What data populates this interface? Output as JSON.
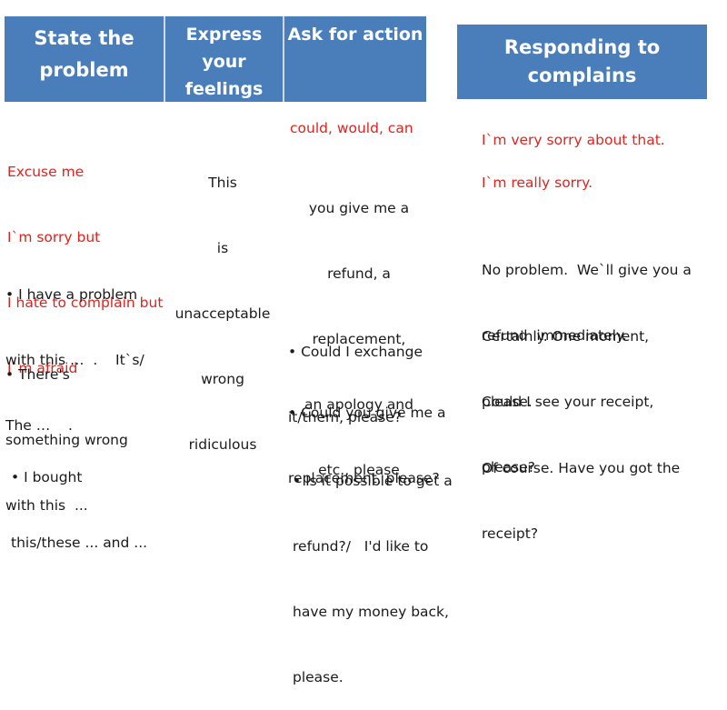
{
  "headers": {
    "state_problem": [
      "State the",
      "problem"
    ],
    "express_feelings": [
      "Express",
      "your",
      "feelings"
    ],
    "ask_action": "Ask for action",
    "responding": [
      "Responding to",
      "complains"
    ]
  },
  "colors": {
    "header_bg": "#4a7ebb",
    "header_text": "#ffffff",
    "highlight_red": "#e0231d"
  },
  "state_problem": {
    "openers": [
      "Excuse me",
      "I`m sorry but",
      "I hate to complain but",
      "I`m afraid"
    ],
    "bullet_1": [
      "• I have a problem",
      "with this …  .    It`s/",
      "The …    ."
    ],
    "bullet_2": [
      "• There's",
      "something wrong",
      "with this  ..."
    ],
    "bullet_3": [
      "• I bought",
      "this/these ... and ..."
    ]
  },
  "express_feelings": {
    "words": [
      "This",
      "is",
      "unacceptable",
      "wrong",
      "ridiculous"
    ]
  },
  "ask_action": {
    "modals": "could, would, can",
    "phrase": [
      "you give me a",
      "refund, a",
      "replacement,",
      "an apology and",
      "etc., please"
    ],
    "bullet_1": [
      "• Could I exchange",
      "it/them, please?"
    ],
    "bullet_2": [
      "• Could you give me a",
      "replacement, please?"
    ],
    "bullet_3": [
      "• Is it possible to get a",
      "refund?/   I'd like to",
      "have my money back,",
      "please."
    ]
  },
  "responding": {
    "red_1": "I`m very sorry about that.",
    "red_2": "I`m really sorry.",
    "resp_1": [
      "No problem.  We`ll give you a",
      "refund  immediately."
    ],
    "resp_2": [
      "Certainly. One moment,",
      "please."
    ],
    "resp_3": [
      "Could I see your receipt,",
      "please?"
    ],
    "resp_4": [
      "Of course. Have you got the",
      "receipt?"
    ]
  }
}
